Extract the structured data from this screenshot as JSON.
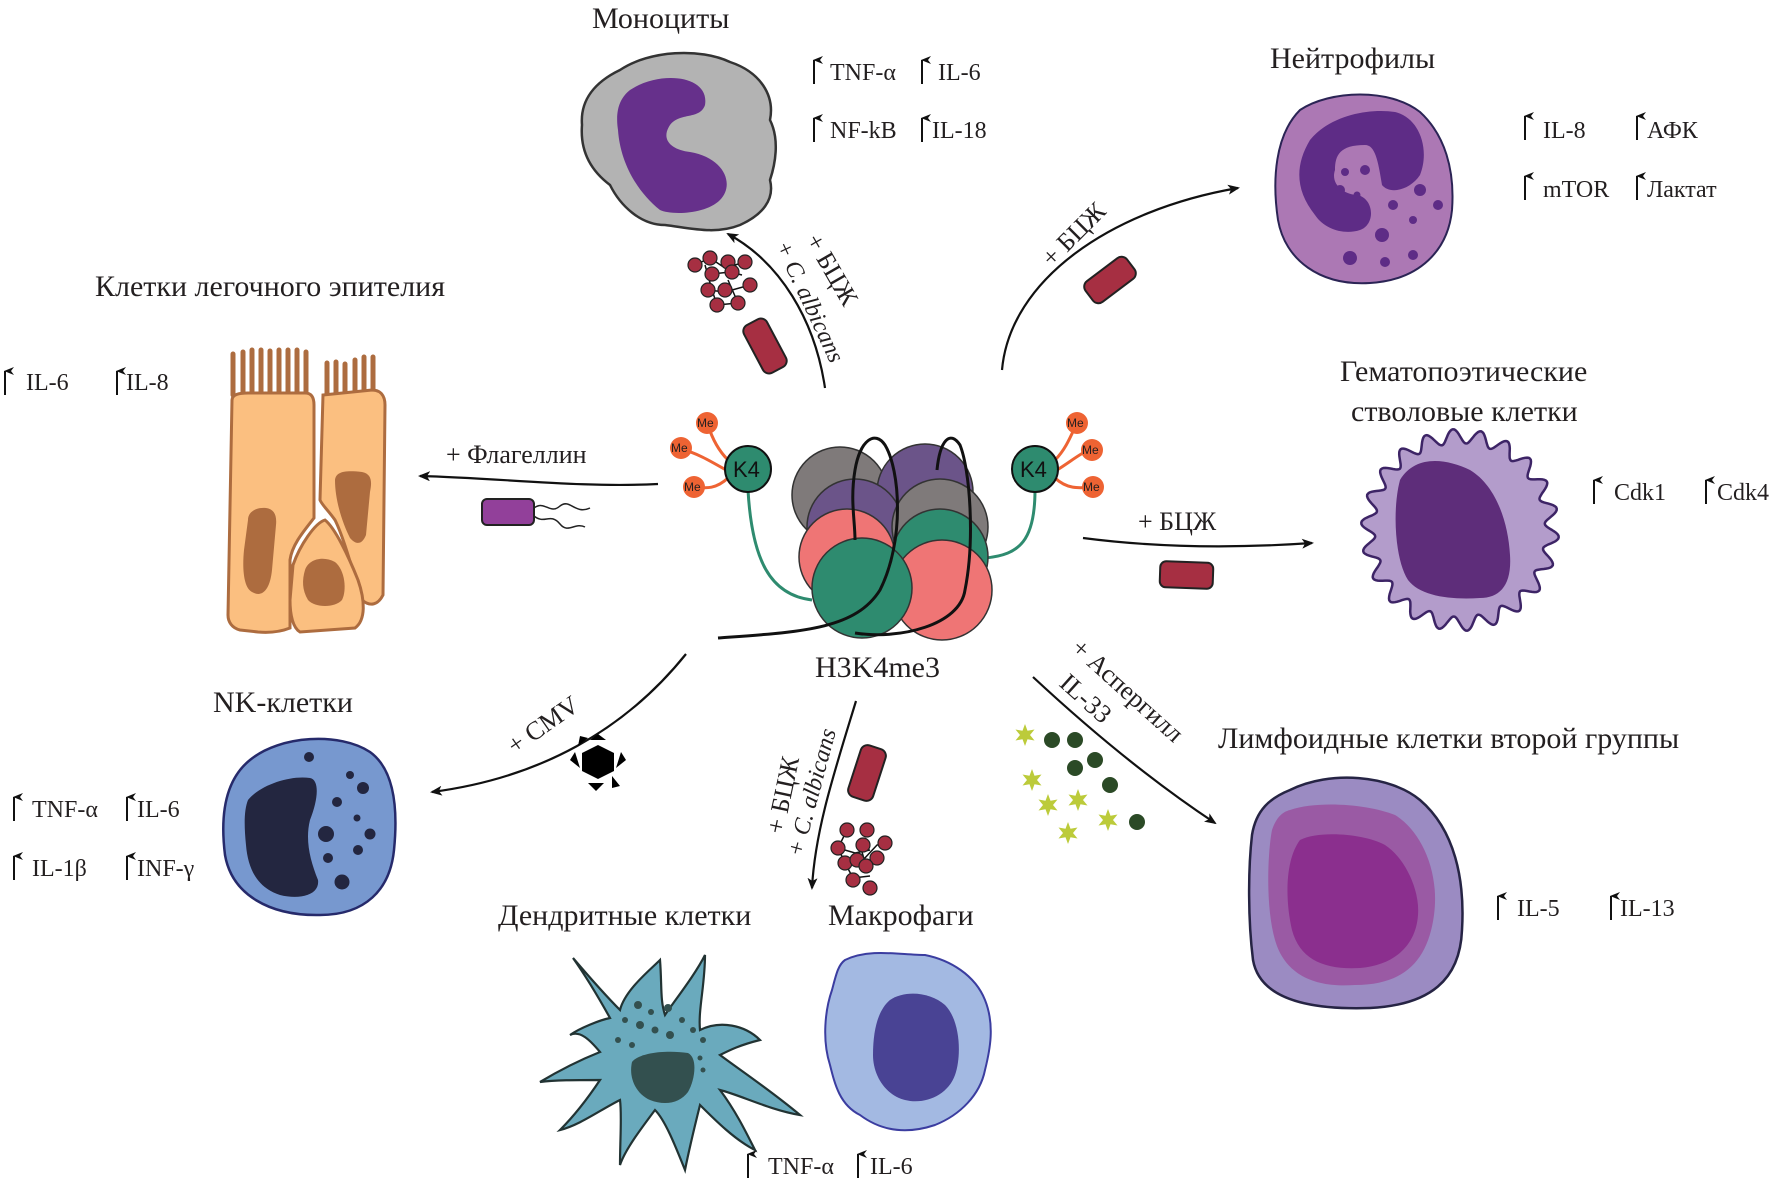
{
  "center": {
    "label": "H3K4me3",
    "k4_label": "K4",
    "me_label": "Me"
  },
  "cells": {
    "monocytes": {
      "title": "Моноциты",
      "cytokines": [
        "TNF-α",
        "IL-6",
        "NF-kB",
        "IL-18"
      ],
      "stimulus_1": "+ БЦЖ",
      "stimulus_2": "+ C. albicans"
    },
    "neutrophils": {
      "title": "Нейтрофилы",
      "cytokines": [
        "IL-8",
        "АФК",
        "mTOR",
        "Лактат"
      ],
      "stimulus": "+ БЦЖ"
    },
    "lung_epithelium": {
      "title": "Клетки легочного эпителия",
      "cytokines": [
        "IL-6",
        "IL-8"
      ],
      "stimulus": "+ Флагеллин"
    },
    "hsc": {
      "title_line1": "Гематопоэтические",
      "title_line2": "стволовые клетки",
      "cytokines": [
        "Cdk1",
        "Cdk4"
      ],
      "stimulus": "+ БЦЖ"
    },
    "nk": {
      "title": "NK-клетки",
      "cytokines": [
        "TNF-α",
        "IL-6",
        "IL-1β",
        "INF-γ"
      ],
      "stimulus": "+ CMV"
    },
    "dc_macro": {
      "title_dc": "Дендритные клетки",
      "title_macro": "Макрофаги",
      "cytokines": [
        "TNF-α",
        "IL-6"
      ],
      "stimulus_1": "+ БЦЖ",
      "stimulus_2": "+ C. albicans"
    },
    "ilc2": {
      "title": "Лимфоидные клетки второй группы",
      "cytokines": [
        "IL-5",
        "IL-13"
      ],
      "stimulus_1": "+ Аспергилл",
      "stimulus_2": "IL-33"
    }
  },
  "colors": {
    "bcg_capsule": "#a62f42",
    "monocyte_body": "#b3b3b3",
    "monocyte_nucleus": "#66308b",
    "neutrophil_body": "#ac78b4",
    "neutrophil_nucleus": "#5e2c86",
    "epithelium_body": "#fbbf80",
    "epithelium_nucleus": "#ad6c3f",
    "hsc_body": "#b39ccb",
    "hsc_nucleus": "#5e2d7a",
    "nk_body": "#7798cf",
    "nk_nucleus": "#232640",
    "dc_body": "#6aaabd",
    "dc_nucleus": "#33504f",
    "macro_body": "#a3b9e2",
    "macro_nucleus": "#494394",
    "ilc2_outer": "#9b8bc2",
    "ilc2_mid": "#9a5aa4",
    "ilc2_inner": "#8b2f8e",
    "histone_gray": "#7f7a7a",
    "histone_purple": "#6b5489",
    "histone_pink": "#ef7575",
    "histone_green": "#2e8b6f",
    "methyl": "#ee6333",
    "flagellin_bacterium": "#92409a",
    "il33_star": "#bccb3a",
    "aspergillus_dot": "#2b4a26"
  }
}
